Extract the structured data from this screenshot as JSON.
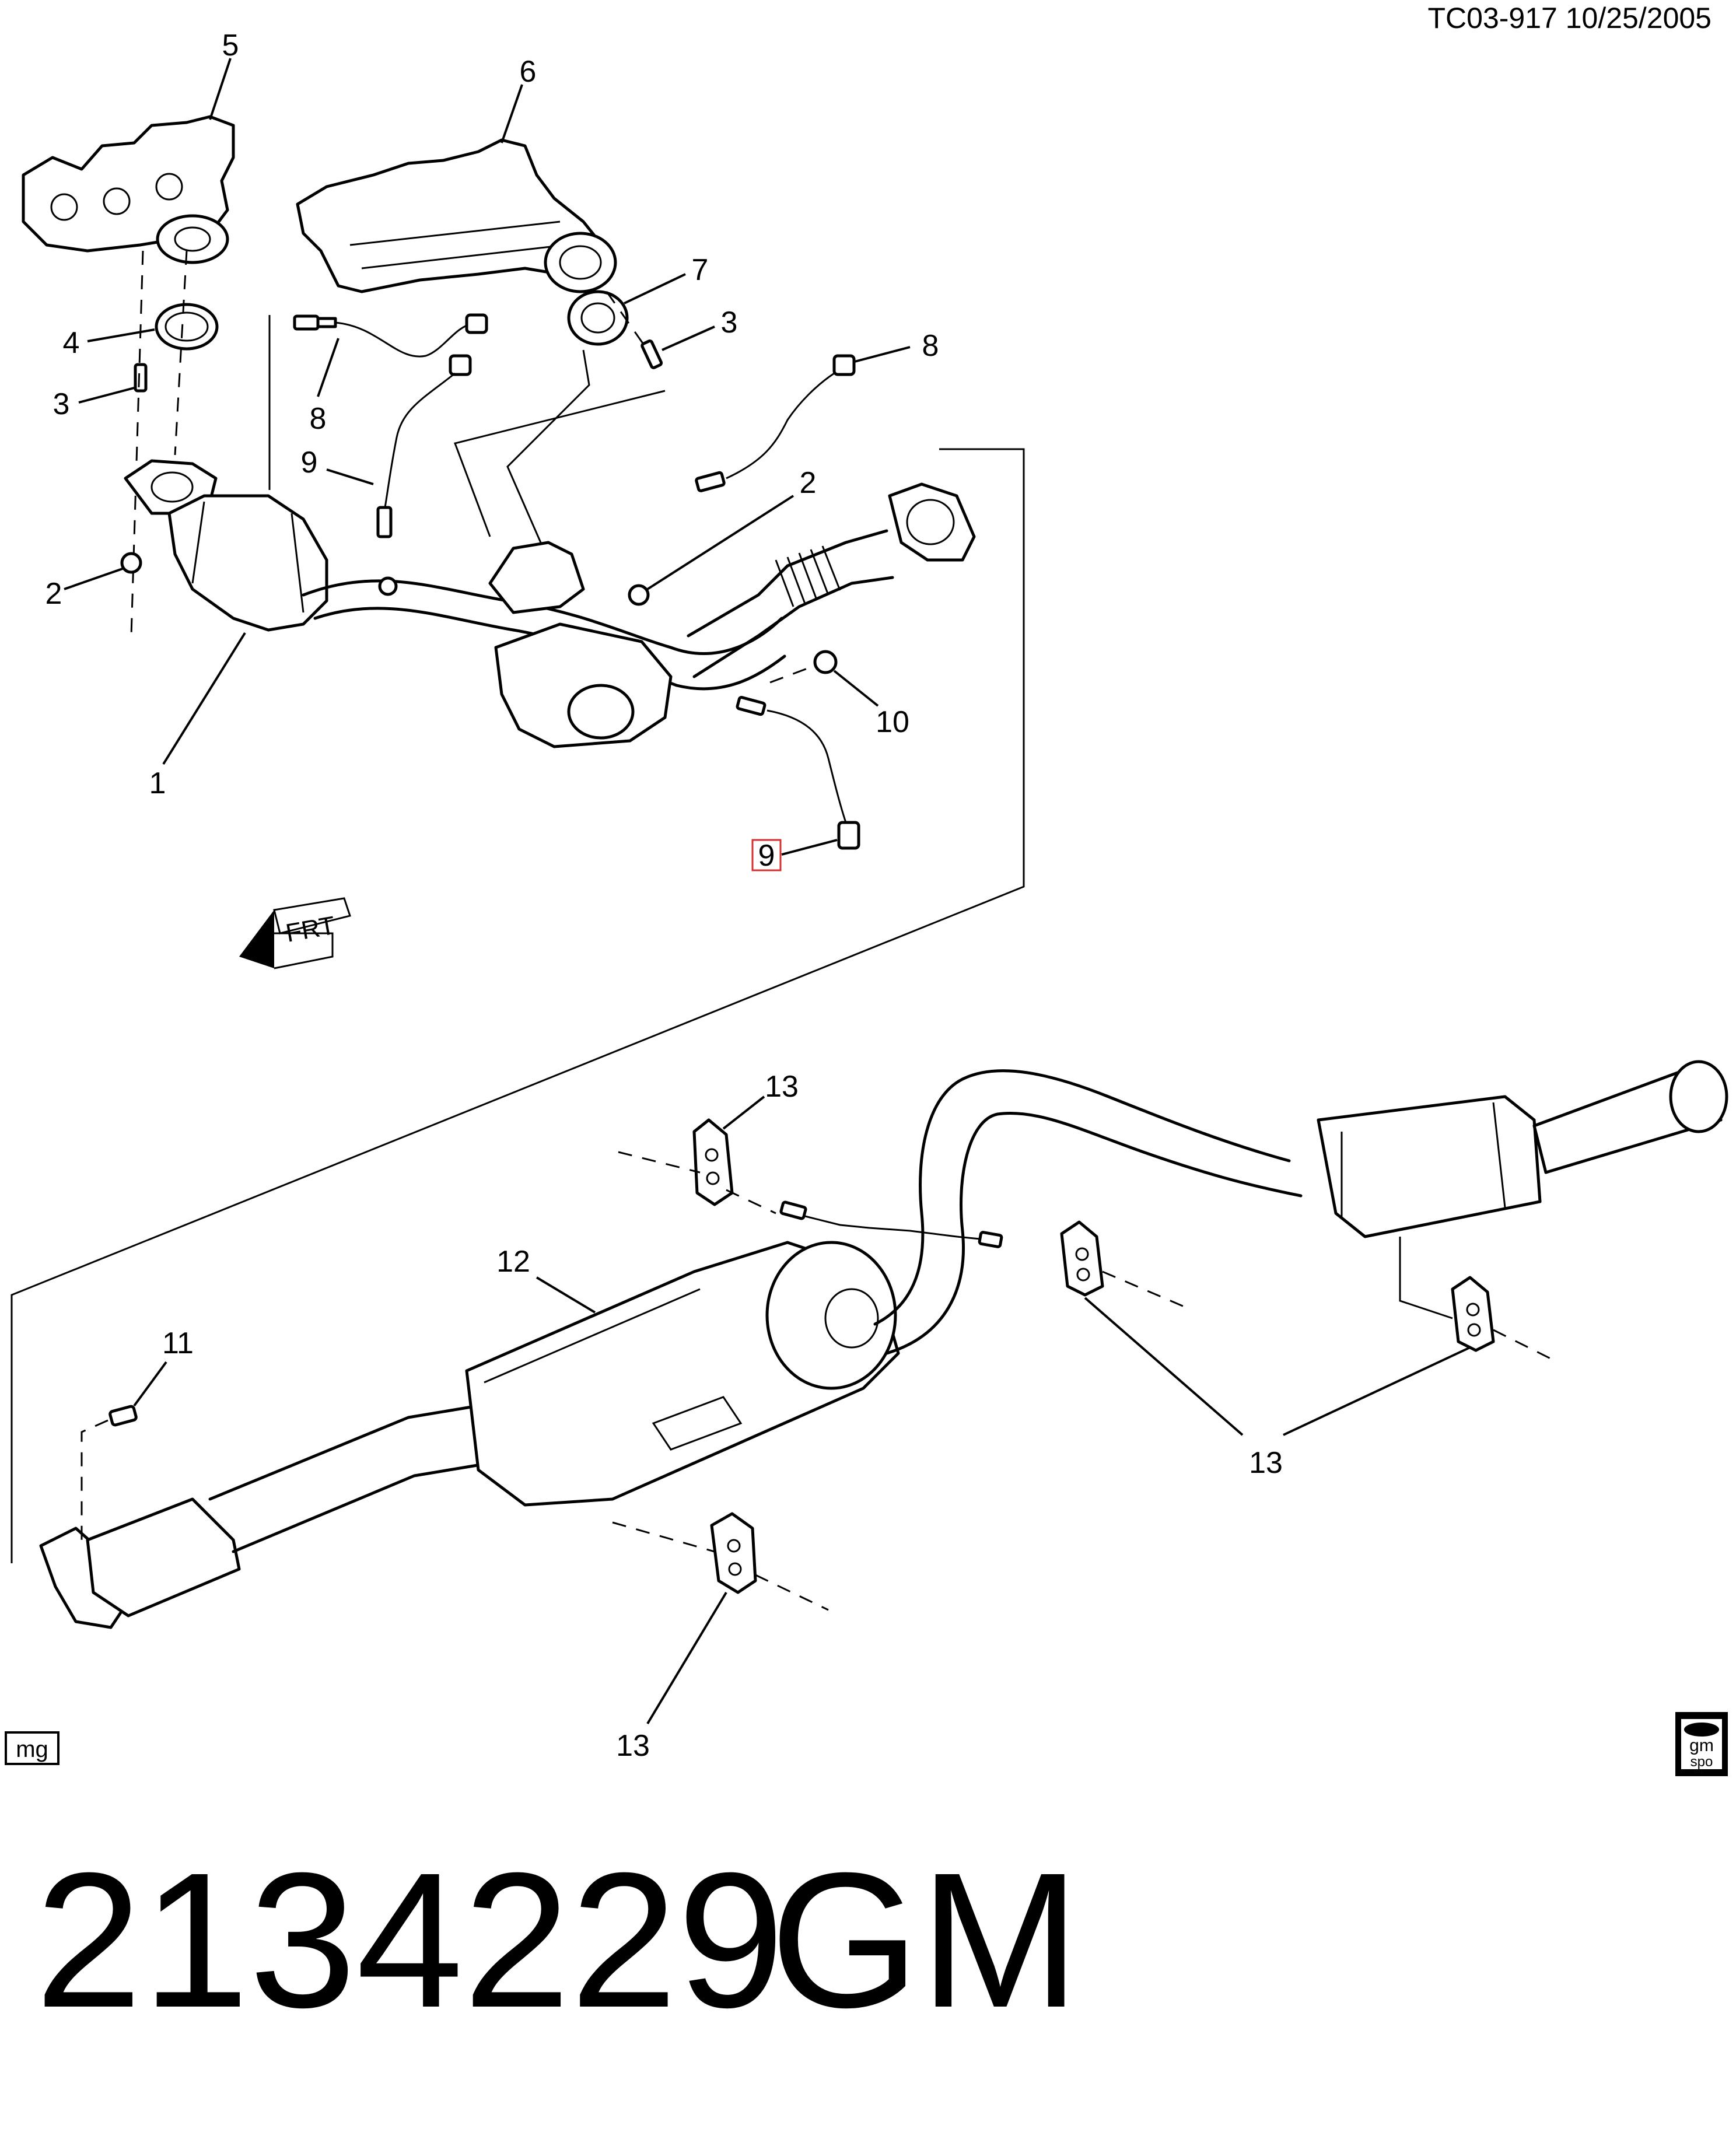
{
  "header": {
    "ref": "TC03-917  10/25/2005"
  },
  "callouts": {
    "c1": "1",
    "c2a": "2",
    "c2b": "2",
    "c3a": "3",
    "c3b": "3",
    "c4": "4",
    "c5": "5",
    "c6": "6",
    "c7": "7",
    "c8a": "8",
    "c8b": "8",
    "c9a": "9",
    "c9b": "9",
    "c10": "10",
    "c11": "11",
    "c12": "12",
    "c13a": "13",
    "c13b": "13",
    "c13c": "13"
  },
  "front_marker": "FRT",
  "badges": {
    "left": "mg",
    "right_top": "gm",
    "right_bottom": "spo"
  },
  "footer": {
    "part_number": "2134229",
    "brand": "GM"
  },
  "colors": {
    "highlight": "#d32f2f",
    "line": "#000000",
    "background": "#ffffff"
  }
}
